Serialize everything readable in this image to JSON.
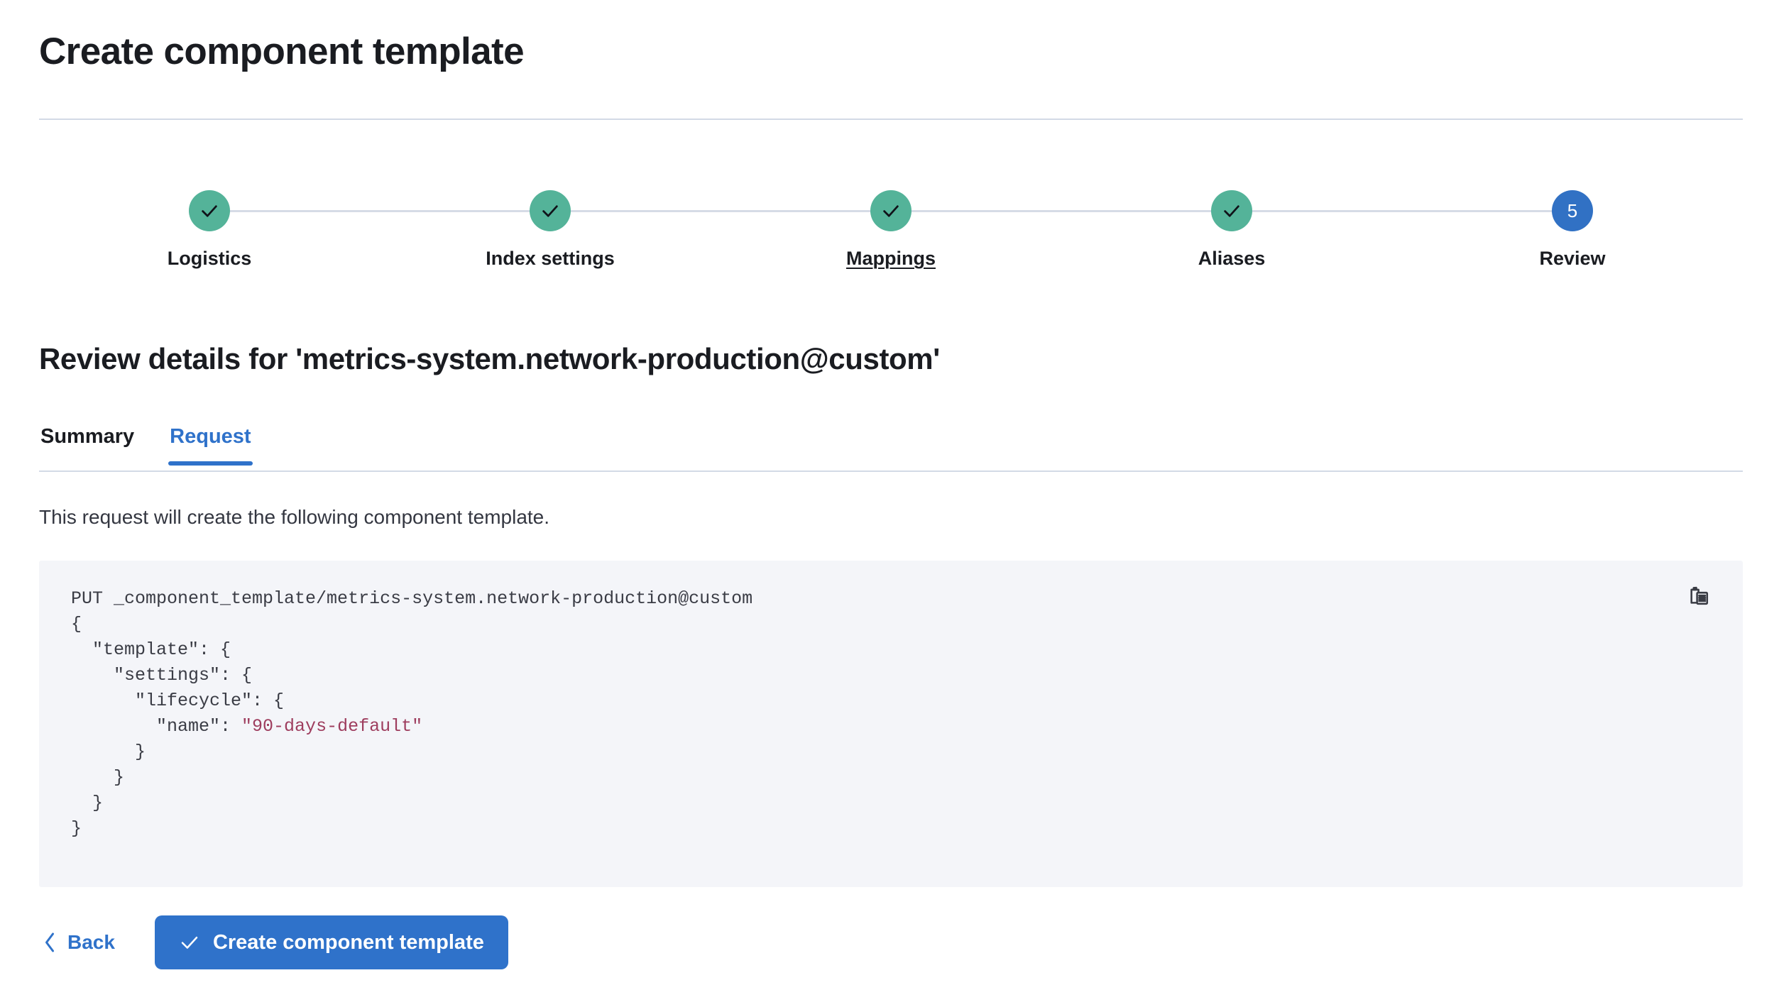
{
  "page": {
    "title": "Create component template"
  },
  "stepper": {
    "steps": [
      {
        "label": "Logistics",
        "state": "done",
        "icon": "check-icon",
        "number": "1",
        "underlined": false
      },
      {
        "label": "Index settings",
        "state": "done",
        "icon": "check-icon",
        "number": "2",
        "underlined": false
      },
      {
        "label": "Mappings",
        "state": "done",
        "icon": "check-icon",
        "number": "3",
        "underlined": true
      },
      {
        "label": "Aliases",
        "state": "done",
        "icon": "check-icon",
        "number": "4",
        "underlined": false
      },
      {
        "label": "Review",
        "state": "current",
        "icon": "step-number",
        "number": "5",
        "underlined": false
      }
    ],
    "colors": {
      "done": "#54B399",
      "current": "#3171C4",
      "connector": "#D6DBE6"
    }
  },
  "review": {
    "heading": "Review details for 'metrics-system.network-production@custom'",
    "tabs": [
      {
        "label": "Summary",
        "active": false
      },
      {
        "label": "Request",
        "active": true
      }
    ],
    "description": "This request will create the following component template.",
    "code": {
      "method_line": "PUT _component_template/metrics-system.network-production@custom",
      "body_before_string": "{\n  \"template\": {\n    \"settings\": {\n      \"lifecycle\": {\n        \"name\": ",
      "string_value": "\"90-days-default\"",
      "body_after_string": "\n      }\n    }\n  }\n}",
      "copy_icon": "copy-clipboard-icon",
      "string_color": "#9E3D5E",
      "background": "#F4F5F9"
    }
  },
  "footer": {
    "back_label": "Back",
    "back_icon": "chevron-left-icon",
    "submit_label": "Create component template",
    "submit_icon": "check-icon",
    "submit_color": "#2F72CA"
  }
}
